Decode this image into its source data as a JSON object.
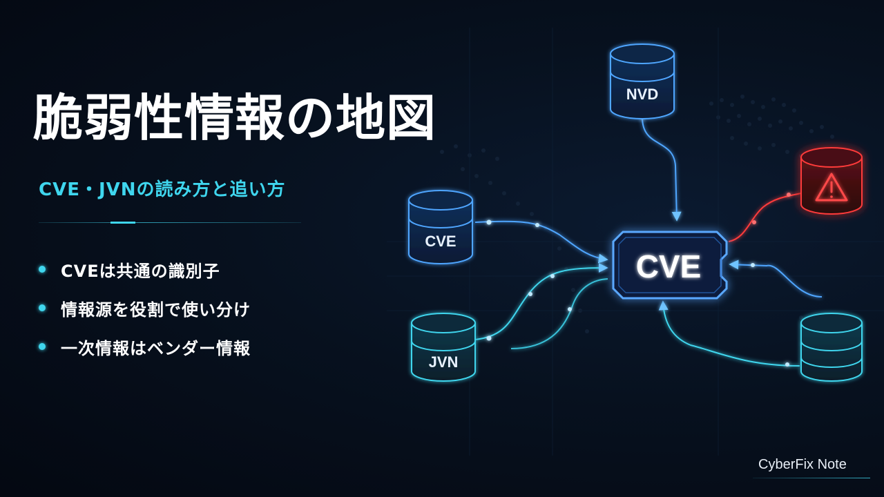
{
  "title": "脆弱性情報の地図",
  "subtitle": "CVE・JVNの読み方と追い方",
  "bullets": [
    "CVEは共通の識別子",
    "情報源を役割で使い分け",
    "一次情報はベンダー情報"
  ],
  "diagram": {
    "hub_label": "CVE",
    "nodes": {
      "nvd": "NVD",
      "cve": "CVE",
      "jvn": "JVN"
    },
    "alert_icon": "warning-icon"
  },
  "brand": "CyberFix Note",
  "colors": {
    "background": "#050a14",
    "accent_cyan": "#3fd6ee",
    "node_blue": "#3a8ef0",
    "alert_red": "#ff3b3b",
    "text": "#ffffff"
  }
}
